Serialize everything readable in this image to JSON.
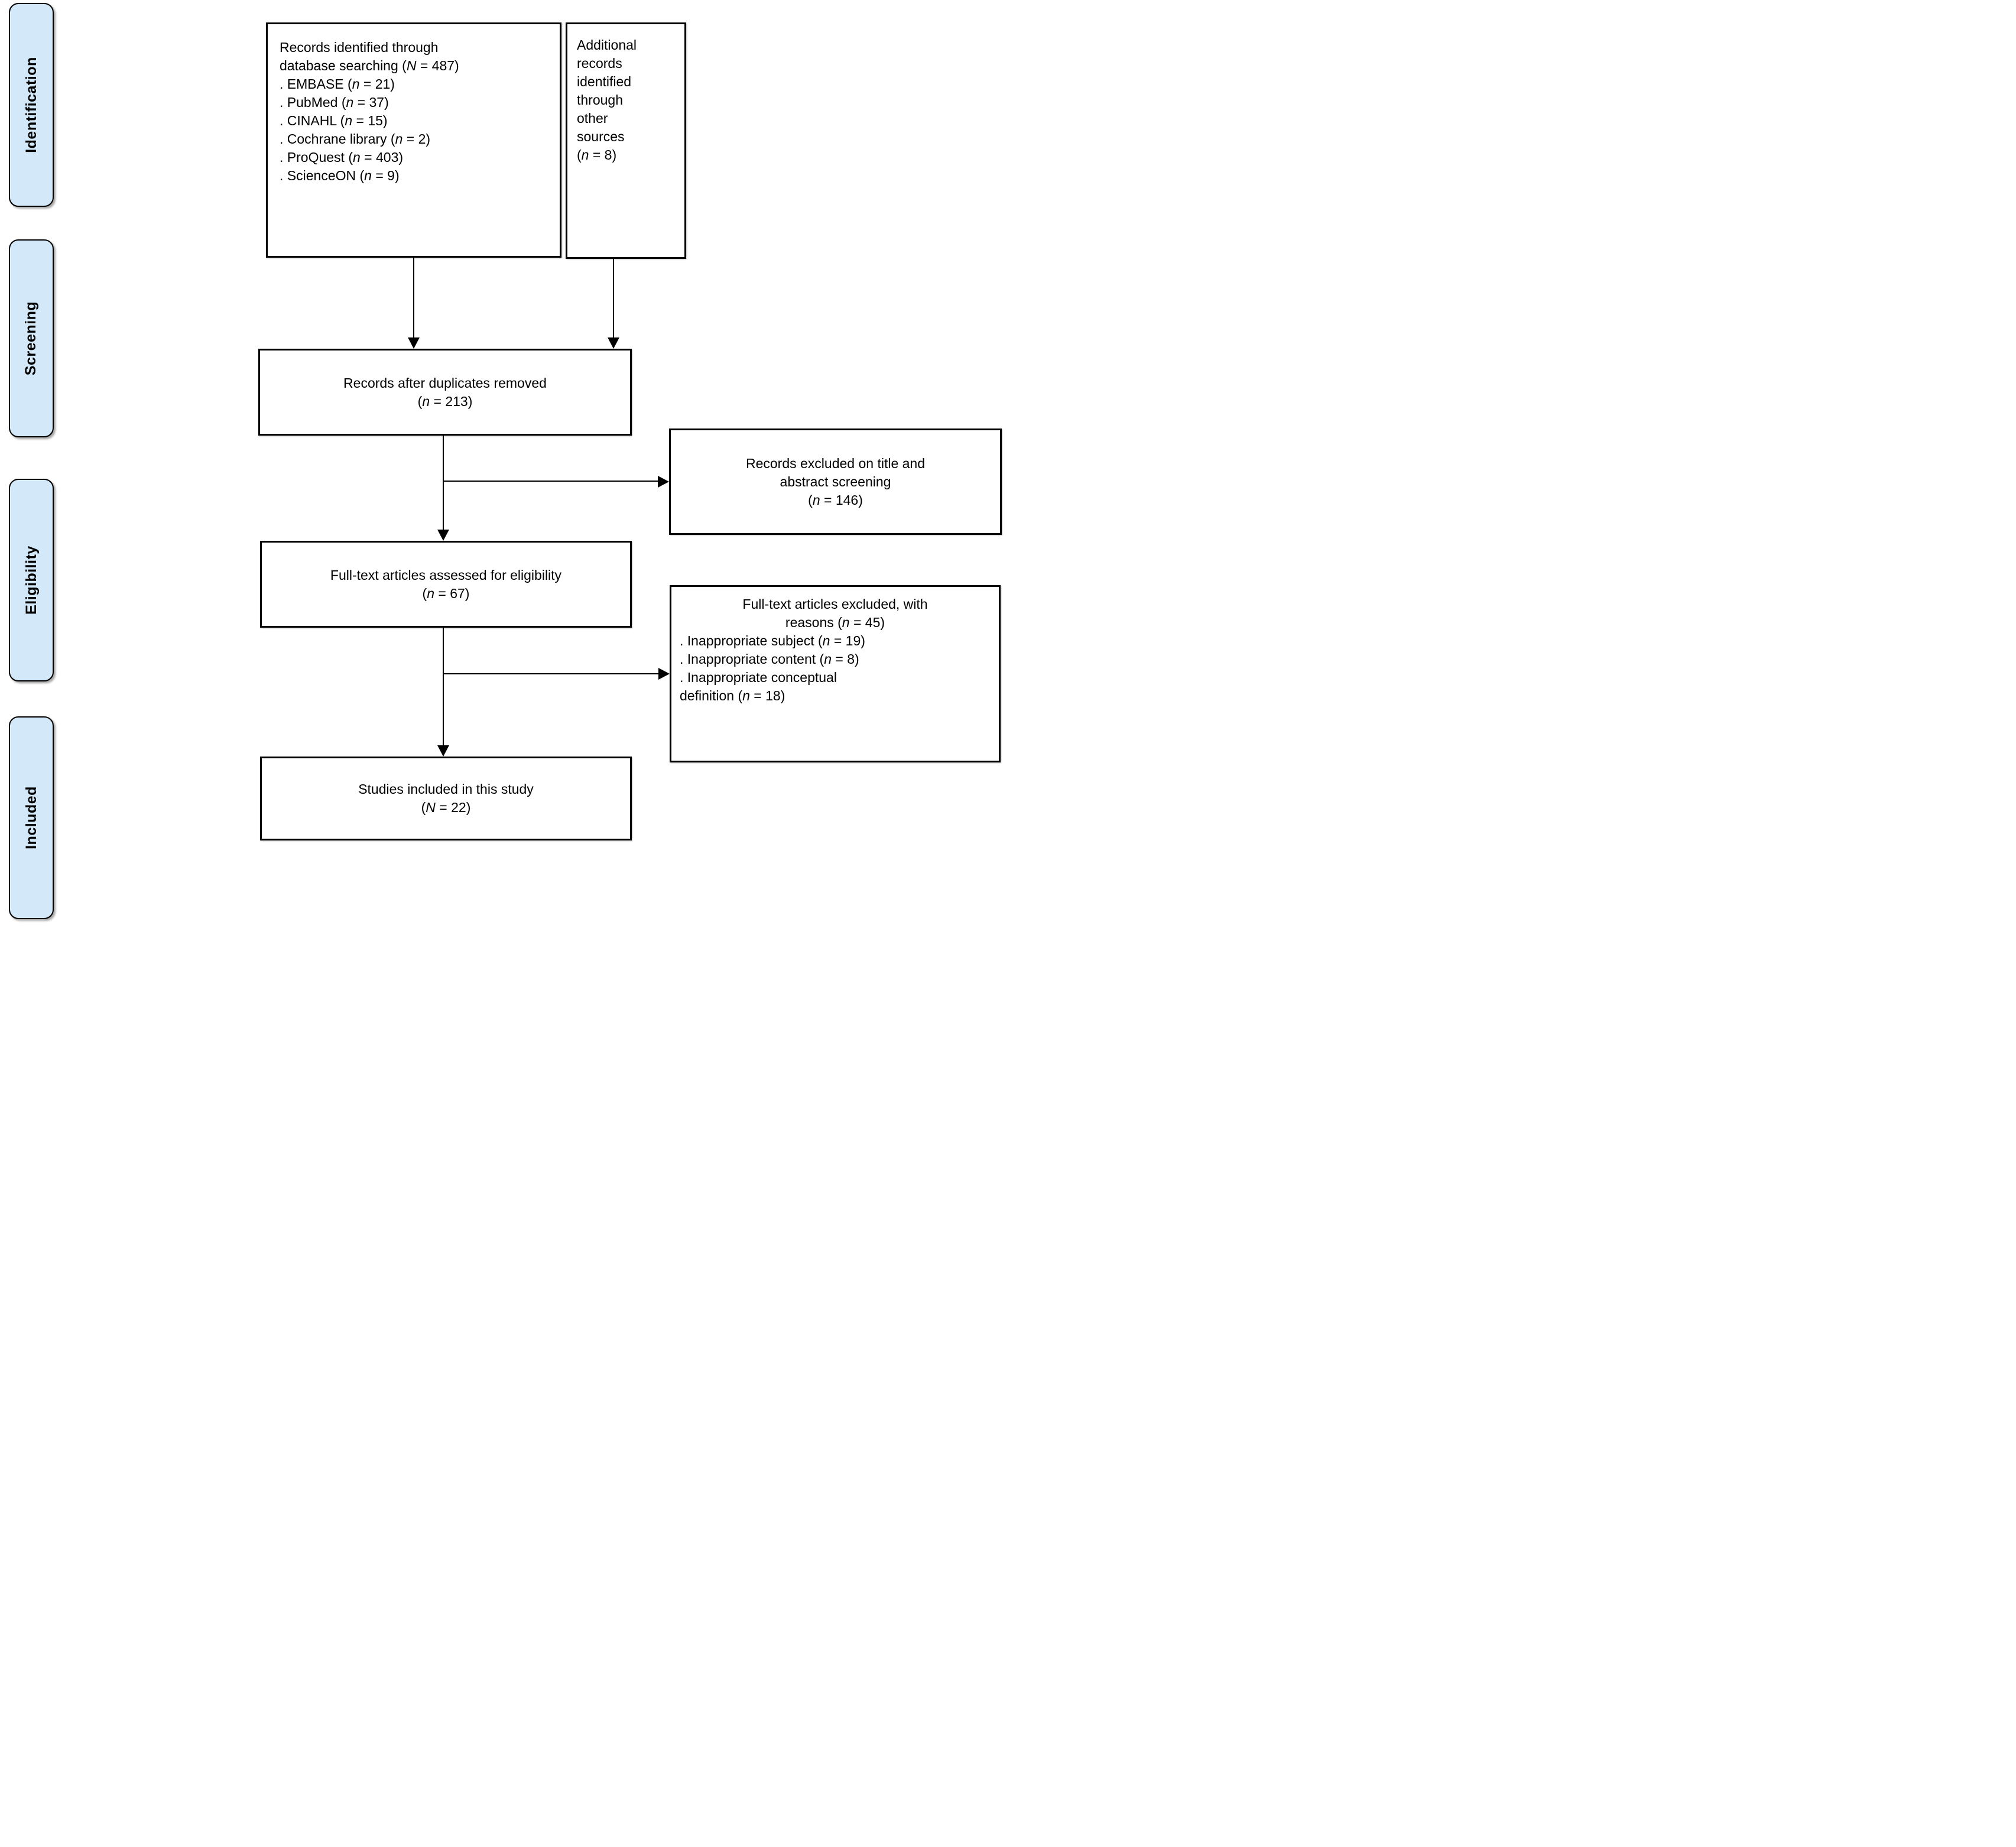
{
  "stages": [
    {
      "label": "Identification"
    },
    {
      "label": "Screening"
    },
    {
      "label": "Eligibility"
    },
    {
      "label": "Included"
    }
  ],
  "boxes": {
    "identified": {
      "lines": [
        {
          "text": "Records identified through",
          "align": "left"
        },
        {
          "text": "database searching (N = 487)",
          "align": "left"
        },
        {
          "text": ". EMBASE (n = 21)",
          "align": "left"
        },
        {
          "text": ". PubMed (n = 37)",
          "align": "left"
        },
        {
          "text": ". CINAHL (n = 15)",
          "align": "left"
        },
        {
          "text": ". Cochrane library (n = 2)",
          "align": "left"
        },
        {
          "text": ". ProQuest (n = 403)",
          "align": "left"
        },
        {
          "text": ". ScienceON (n = 9)",
          "align": "left"
        }
      ]
    },
    "additional": {
      "lines": [
        {
          "text": "Additional",
          "align": "left"
        },
        {
          "text": "records",
          "align": "left"
        },
        {
          "text": "identified",
          "align": "left"
        },
        {
          "text": "through",
          "align": "left"
        },
        {
          "text": "other",
          "align": "left"
        },
        {
          "text": "sources",
          "align": "left"
        },
        {
          "text": "(n = 8)",
          "align": "left"
        }
      ]
    },
    "dedup": {
      "lines": [
        {
          "text": "Records after duplicates removed",
          "align": "center"
        },
        {
          "text": "(n = 213)",
          "align": "center"
        }
      ]
    },
    "excluded_screening": {
      "lines": [
        {
          "text": "Records excluded on title and",
          "align": "center"
        },
        {
          "text": "abstract screening",
          "align": "center"
        },
        {
          "text": "(n = 146)",
          "align": "center"
        }
      ]
    },
    "fulltext": {
      "lines": [
        {
          "text": "Full-text articles assessed for eligibility",
          "align": "center"
        },
        {
          "text": "(n = 67)",
          "align": "center"
        }
      ]
    },
    "excluded_fulltext": {
      "lines": [
        {
          "text": "Full-text articles excluded, with",
          "align": "center"
        },
        {
          "text": "reasons (n = 45)",
          "align": "center"
        },
        {
          "text": ". Inappropriate subject (n = 19)",
          "align": "left"
        },
        {
          "text": ". Inappropriate content (n = 8)",
          "align": "left"
        },
        {
          "text": ". Inappropriate conceptual",
          "align": "left"
        },
        {
          "text": "definition (n = 18)",
          "align": "left"
        }
      ]
    },
    "included": {
      "lines": [
        {
          "text": "Studies included in this study",
          "align": "center"
        },
        {
          "text": "(N = 22)",
          "align": "center"
        }
      ]
    }
  },
  "colors": {
    "stage_fill": "#d3e8f8",
    "border": "#000000",
    "text": "#000000",
    "background": "#ffffff"
  }
}
